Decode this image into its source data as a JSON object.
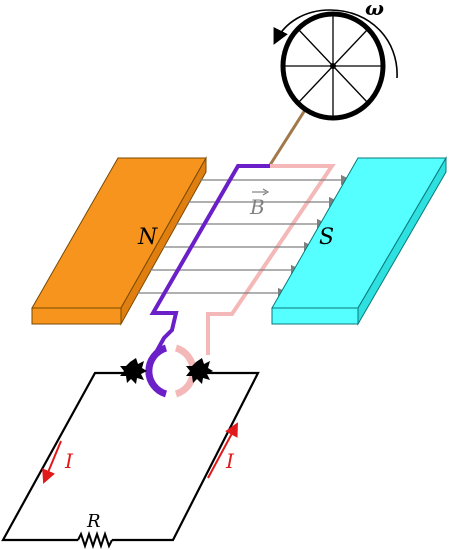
{
  "labels": {
    "north": "N",
    "south": "S",
    "field": "B",
    "omega": "ω",
    "current_left": "I",
    "current_right": "I",
    "resistor": "R"
  },
  "colors": {
    "north_magnet": "#f7941d",
    "south_magnet": "#55ffff",
    "coil_front": "#6a1fc8",
    "coil_back": "#f4b8b8",
    "field_lines": "#808080",
    "current_arrow": "#e0191a",
    "shaft": "#a0784a",
    "wire": "#000000"
  },
  "icons": {
    "wheel": "crank-wheel-icon",
    "rotation": "curved-arrow-icon",
    "brush": "brush-contact-icon",
    "resistor": "resistor-zigzag-icon"
  }
}
